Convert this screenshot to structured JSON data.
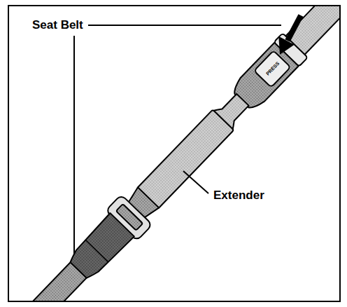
{
  "diagram": {
    "labels": [
      "Seat Belt",
      "Extender",
      "PRESS"
    ]
  }
}
